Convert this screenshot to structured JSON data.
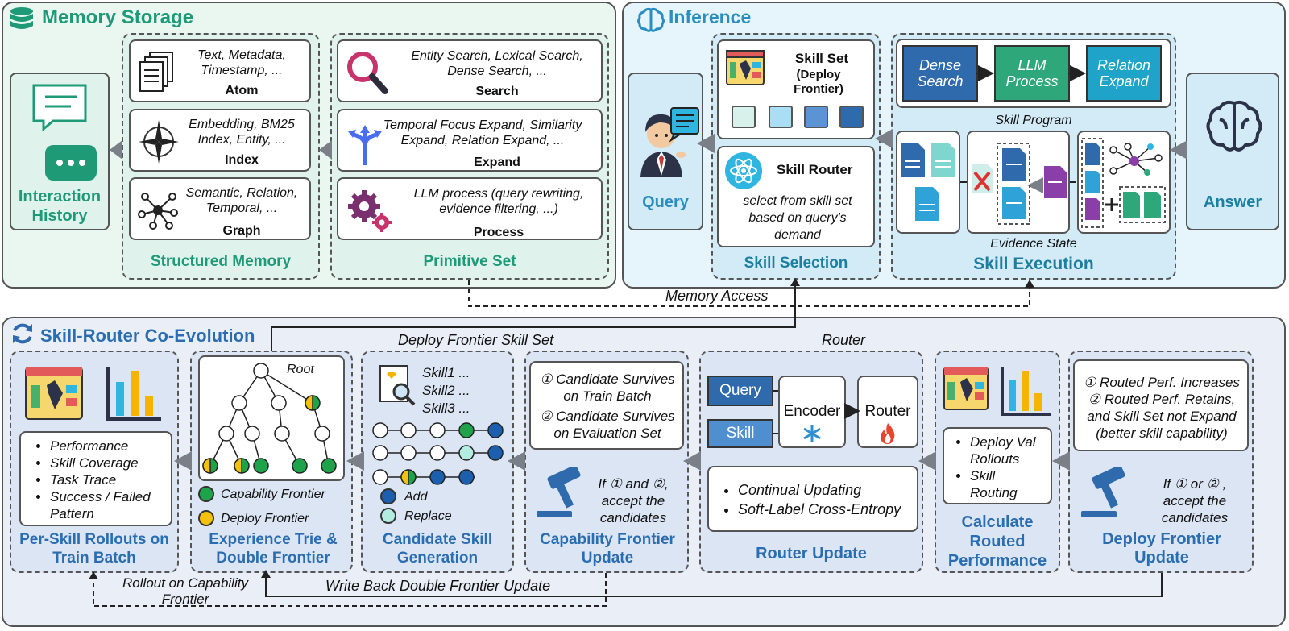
{
  "memory_storage": {
    "title": "Memory Storage",
    "interaction_history": "Interaction History",
    "structured_memory": {
      "title": "Structured Memory",
      "atom": {
        "desc": "Text, Metadata, Timestamp, ...",
        "name": "Atom"
      },
      "index": {
        "desc": "Embedding, BM25 Index, Entity, ...",
        "name": "Index"
      },
      "graph": {
        "desc": "Semantic, Relation, Temporal, ...",
        "name": "Graph"
      }
    },
    "primitive_set": {
      "title": "Primitive Set",
      "search": {
        "desc": "Entity Search, Lexical Search, Dense Search, ...",
        "name": "Search"
      },
      "expand": {
        "desc": "Temporal Focus Expand, Similarity Expand, Relation Expand, ...",
        "name": "Expand"
      },
      "process": {
        "desc": "LLM process (query rewriting, evidence filtering, ...)",
        "name": "Process"
      }
    }
  },
  "inference": {
    "title": "Inference",
    "query": "Query",
    "answer": "Answer",
    "skill_selection": {
      "title": "Skill Selection",
      "skill_set": "Skill Set",
      "skill_set_sub": "(Deploy Frontier)",
      "skill_router": "Skill Router",
      "router_desc": "select from skill set based on query's demand"
    },
    "skill_execution": {
      "title": "Skill Execution",
      "dense_search": "Dense Search",
      "llm_process": "LLM Process",
      "relation_expand": "Relation Expand",
      "skill_program": "Skill Program",
      "evidence_state": "Evidence State"
    }
  },
  "edges": {
    "memory_access": "Memory Access",
    "deploy_frontier_skill_set": "Deploy Frontier Skill Set",
    "router": "Router",
    "rollout_on_capability_frontier": "Rollout on Capability Frontier",
    "write_back": "Write Back Double Frontier Update"
  },
  "co_evolution": {
    "title": "Skill-Router Co-Evolution",
    "per_skill": {
      "title": "Per-Skill Rollouts on Train Batch",
      "items": [
        "Performance",
        "Skill Coverage",
        "Task Trace",
        "Success / Failed Pattern"
      ]
    },
    "trie": {
      "title": "Experience Trie & Double Frontier",
      "root": "Root",
      "capability_frontier": "Capability Frontier",
      "deploy_frontier": "Deploy Frontier"
    },
    "candidate": {
      "title": "Candidate Skill Generation",
      "skills": [
        "Skill1 ...",
        "Skill2 ...",
        "Skill3 ..."
      ],
      "add": "Add",
      "replace": "Replace"
    },
    "capability_update": {
      "title": "Capability Frontier Update",
      "cond1": "① Candidate Survives on Train Batch",
      "cond2": "② Candidate Survives on Evaluation Set",
      "rule": "If ① and ②, accept the candidates"
    },
    "router_update": {
      "title": "Router Update",
      "query": "Query",
      "skill": "Skill",
      "encoder": "Encoder",
      "router": "Router",
      "items": [
        "Continual Updating",
        "Soft-Label Cross-Entropy"
      ]
    },
    "routed_perf": {
      "title": "Calculate Routed Performance",
      "items": [
        "Deploy Val Rollouts",
        "Skill Routing"
      ]
    },
    "deploy_update": {
      "title": "Deploy Frontier Update",
      "cond1": "① Routed Perf. Increases",
      "cond2": "② Routed Perf. Retains, and Skill Set not Expand (better skill capability)",
      "rule": "If ① or ② , accept the candidates"
    }
  },
  "colors": {
    "green_accent": "#1f9a77",
    "blue_accent": "#2a6db0",
    "memory_bg": "#eaf7f1",
    "inference_bg": "#e6f4fb",
    "coevo_bg": "#e9eef7"
  }
}
